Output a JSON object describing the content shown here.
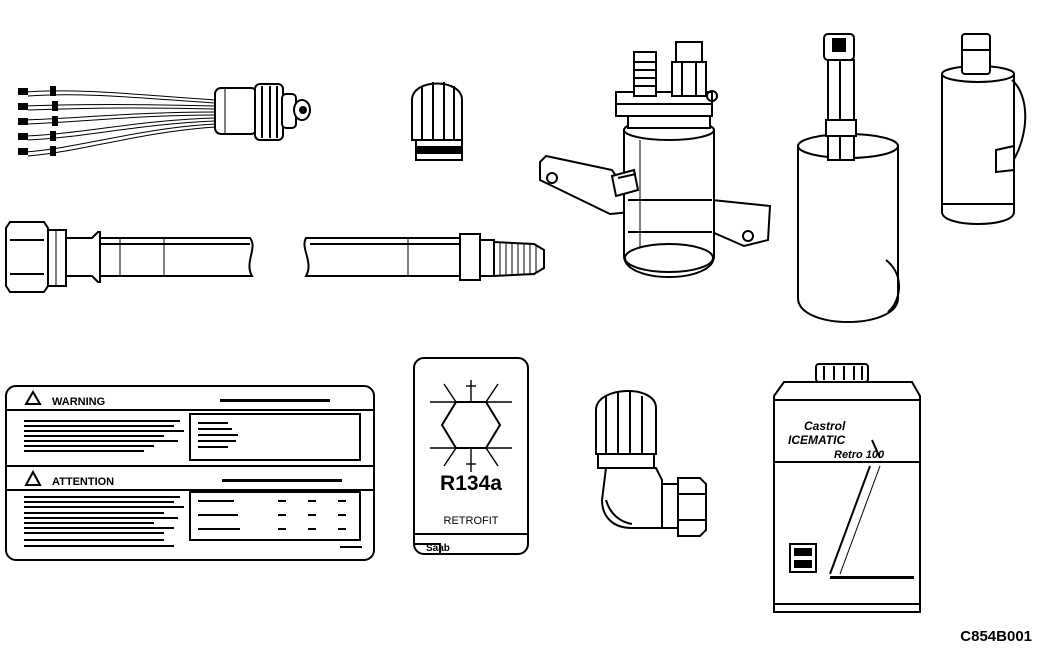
{
  "figure_code": "C854B001",
  "warning_label": {
    "warning_heading": "WARNING",
    "attention_heading": "ATTENTION",
    "warning_icon": "warning-triangle-icon",
    "attention_icon": "warning-triangle-icon"
  },
  "retrofit_tag": {
    "refrigerant": "R134a",
    "caption": "RETROFIT",
    "brand": "Saab",
    "symbol_icon": "snowflake-icon"
  },
  "oil_can": {
    "line1": "Castrol",
    "line2": "ICEMATIC",
    "line3": "Retro 100"
  }
}
